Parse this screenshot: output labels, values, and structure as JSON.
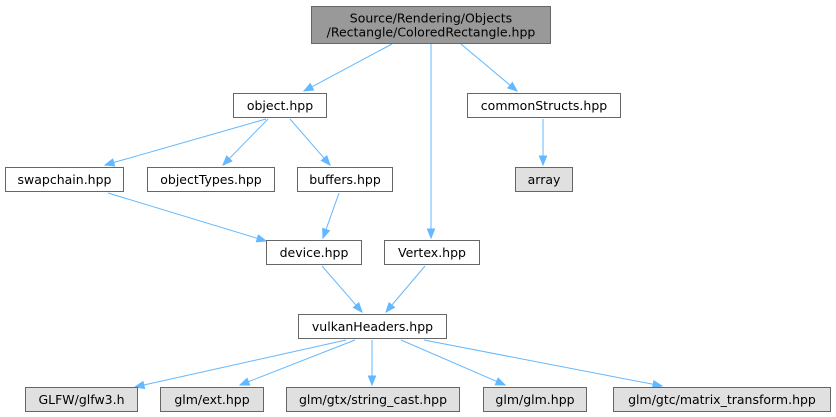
{
  "diagram": {
    "colors": {
      "background": "#ffffff",
      "edge": "#63b8ff",
      "node_border": "#666666",
      "root_fill": "#999999",
      "node_fill": "#ffffff",
      "external_fill": "#e0e0e0"
    },
    "nodes": [
      {
        "id": "coloredrectangle",
        "lines": [
          "Source/Rendering/Objects",
          "/Rectangle/ColoredRectangle.hpp"
        ],
        "kind": "root"
      },
      {
        "id": "object",
        "lines": [
          "object.hpp"
        ],
        "kind": "file"
      },
      {
        "id": "commonstructs",
        "lines": [
          "commonStructs.hpp"
        ],
        "kind": "file"
      },
      {
        "id": "swapchain",
        "lines": [
          "swapchain.hpp"
        ],
        "kind": "file"
      },
      {
        "id": "objecttypes",
        "lines": [
          "objectTypes.hpp"
        ],
        "kind": "file"
      },
      {
        "id": "buffers",
        "lines": [
          "buffers.hpp"
        ],
        "kind": "file"
      },
      {
        "id": "array",
        "lines": [
          "array"
        ],
        "kind": "external"
      },
      {
        "id": "device",
        "lines": [
          "device.hpp"
        ],
        "kind": "file"
      },
      {
        "id": "vertex",
        "lines": [
          "Vertex.hpp"
        ],
        "kind": "file"
      },
      {
        "id": "vulkanheaders",
        "lines": [
          "vulkanHeaders.hpp"
        ],
        "kind": "file"
      },
      {
        "id": "glfw",
        "lines": [
          "GLFW/glfw3.h"
        ],
        "kind": "external"
      },
      {
        "id": "glmext",
        "lines": [
          "glm/ext.hpp"
        ],
        "kind": "external"
      },
      {
        "id": "glmstringcast",
        "lines": [
          "glm/gtx/string_cast.hpp"
        ],
        "kind": "external"
      },
      {
        "id": "glmglm",
        "lines": [
          "glm/glm.hpp"
        ],
        "kind": "external"
      },
      {
        "id": "glmmatrix",
        "lines": [
          "glm/gtc/matrix_transform.hpp"
        ],
        "kind": "external"
      }
    ],
    "edges": [
      {
        "from": "coloredrectangle",
        "to": "object"
      },
      {
        "from": "coloredrectangle",
        "to": "commonstructs"
      },
      {
        "from": "coloredrectangle",
        "to": "vertex"
      },
      {
        "from": "object",
        "to": "swapchain"
      },
      {
        "from": "object",
        "to": "objecttypes"
      },
      {
        "from": "object",
        "to": "buffers"
      },
      {
        "from": "commonstructs",
        "to": "array"
      },
      {
        "from": "swapchain",
        "to": "device"
      },
      {
        "from": "buffers",
        "to": "device"
      },
      {
        "from": "device",
        "to": "vulkanheaders"
      },
      {
        "from": "vertex",
        "to": "vulkanheaders"
      },
      {
        "from": "vulkanheaders",
        "to": "glfw"
      },
      {
        "from": "vulkanheaders",
        "to": "glmext"
      },
      {
        "from": "vulkanheaders",
        "to": "glmstringcast"
      },
      {
        "from": "vulkanheaders",
        "to": "glmglm"
      },
      {
        "from": "vulkanheaders",
        "to": "glmmatrix"
      }
    ]
  }
}
